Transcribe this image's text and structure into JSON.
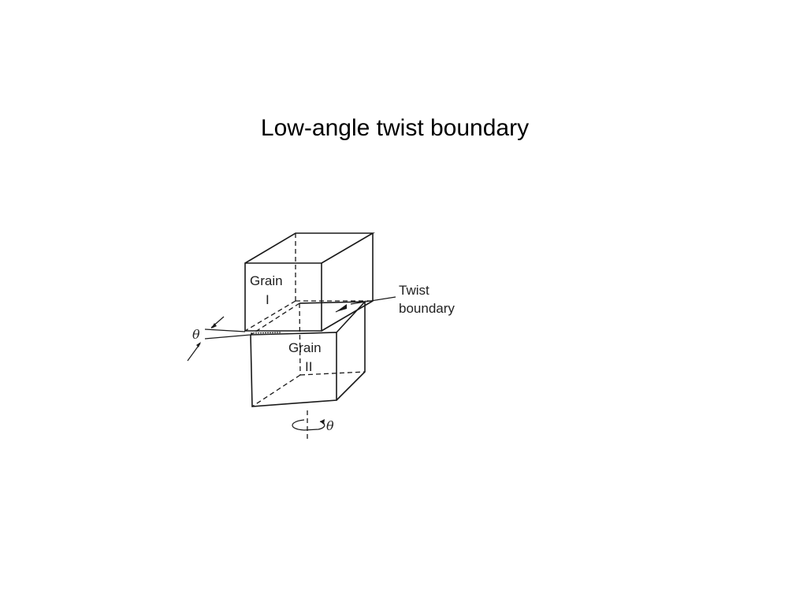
{
  "title": "Low-angle twist boundary",
  "diagram": {
    "grain_1": [
      "Grain",
      "I"
    ],
    "grain_2": [
      "Grain",
      "II"
    ],
    "boundary_label": [
      "Twist",
      "boundary"
    ],
    "angle_symbol": "θ"
  }
}
